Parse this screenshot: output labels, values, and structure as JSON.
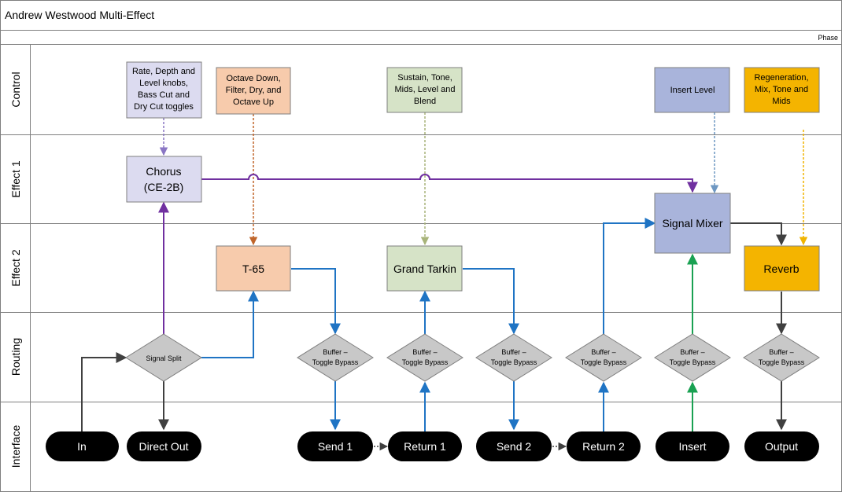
{
  "title": "Andrew Westwood Multi-Effect",
  "phase_label": "Phase",
  "lanes": [
    {
      "id": "control",
      "label": "Control"
    },
    {
      "id": "effect1",
      "label": "Effect 1"
    },
    {
      "id": "effect2",
      "label": "Effect 2"
    },
    {
      "id": "routing",
      "label": "Routing"
    },
    {
      "id": "interface",
      "label": "Interface"
    }
  ],
  "controls": {
    "chorus": [
      "Rate, Depth and",
      "Level knobs,",
      "Bass Cut and",
      "Dry Cut toggles"
    ],
    "t65": [
      "Octave Down,",
      "Filter, Dry, and",
      "Octave Up"
    ],
    "tarkin": [
      "Sustain, Tone,",
      "Mids, Level and",
      "Blend"
    ],
    "mixer": [
      "Insert Level"
    ],
    "reverb": [
      "Regeneration,",
      "Mix, Tone and",
      "Mids"
    ]
  },
  "effects": {
    "chorus": [
      "Chorus",
      "(CE-2B)"
    ],
    "t65": "T-65",
    "tarkin": "Grand Tarkin",
    "mixer": "Signal Mixer",
    "reverb": "Reverb"
  },
  "routing": {
    "split": "Signal Split",
    "buffer": [
      "Buffer –",
      "Toggle Bypass"
    ]
  },
  "interface": {
    "in": "In",
    "direct_out": "Direct Out",
    "send1": "Send 1",
    "return1": "Return 1",
    "send2": "Send 2",
    "return2": "Return 2",
    "insert": "Insert",
    "output": "Output"
  },
  "colors": {
    "chorus": "#dcdbf0",
    "t65": "#f7cbac",
    "tarkin": "#d6e3c7",
    "mixer": "#a9b4db",
    "reverb": "#f4b400",
    "chorus_line": "#7030a0",
    "send_line": "#1f74c4",
    "insert_line": "#19a152",
    "dark_line": "#404040"
  }
}
